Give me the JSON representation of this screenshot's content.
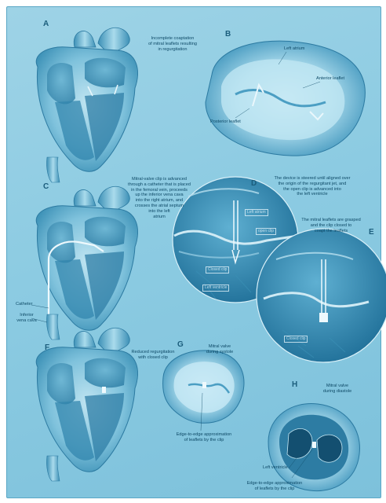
{
  "panels": [
    {
      "letter": "A"
    },
    {
      "letter": "B"
    },
    {
      "letter": "C"
    },
    {
      "letter": "D"
    },
    {
      "letter": "E"
    },
    {
      "letter": "F"
    },
    {
      "letter": "G"
    },
    {
      "letter": "H"
    }
  ],
  "captions": {
    "a_incomplete": "Incomplete coaptation\nof mitral leaflets resulting\nin regurgitation",
    "b_left_atrium": "Left atrium",
    "b_anterior": "Anterior leaflet",
    "b_posterior": "Posterior leaflet",
    "c_advance": "Mitral-valve clip is advanced\nthrough a catheter that is placed\nin the femoral vein, proceeds\nup the inferior vena cava\ninto the right atrium, and\ncrosses the atrial septum\ninto the left\natrium",
    "c_catheter": "Catheter",
    "c_ivc": "Inferior\nvena cava",
    "d_steer": "The device is steered until aligned over\nthe origin of the regurgitant jet, and\nthe open clip is advanced into\nthe left ventricle",
    "e_grasp": "The mitral leaflets are grasped\nand the clip closed to\ncoapt the leaflets",
    "f_reduced": "Reduced regurgitation\nwith closed clip",
    "g_valve": "Mitral valve\nduring systole",
    "g_edge": "Edge-to-edge approximation\nof leaflets by the clip",
    "h_valve": "Mitral valve\nduring diastole",
    "h_lv": "Left ventricle",
    "h_edge": "Edge-to-edge approximation\nof leaflets by the clip"
  },
  "tags": {
    "d_left_atrium": "Left atrium",
    "d_open_clip": "open clip",
    "d_clip": "Closed clip",
    "d_lv": "Left ventricle",
    "e_clip": "Closed clip"
  },
  "colors": {
    "background": "#8ccbe2",
    "heart_light": "#bfe4f1",
    "heart_dark": "#3f93b8",
    "text": "#0e4966",
    "letter": "#1b5d7c"
  }
}
